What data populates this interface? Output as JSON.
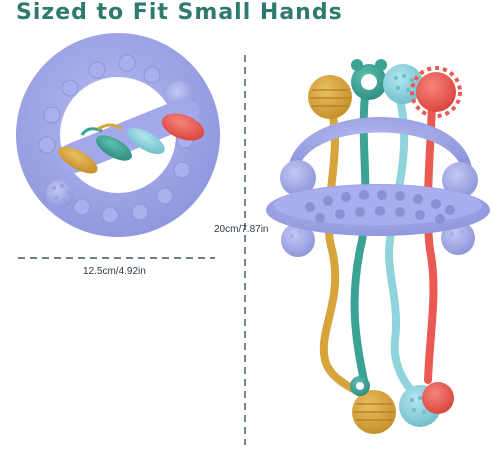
{
  "header": {
    "title": "Sized to Fit Small Hands"
  },
  "dimensions": {
    "width_label": "12.5cm/4.92in",
    "height_label": "20cm/7.87in"
  },
  "colors": {
    "title": "#2e7a6e",
    "toy_body": "#9fa6e6",
    "toy_shadow": "#8a91d6",
    "yellow": "#d7a43c",
    "teal": "#3aa394",
    "light_blue": "#8fd3dd",
    "red": "#ea5a52",
    "dash_line": "#3c5a4f"
  }
}
